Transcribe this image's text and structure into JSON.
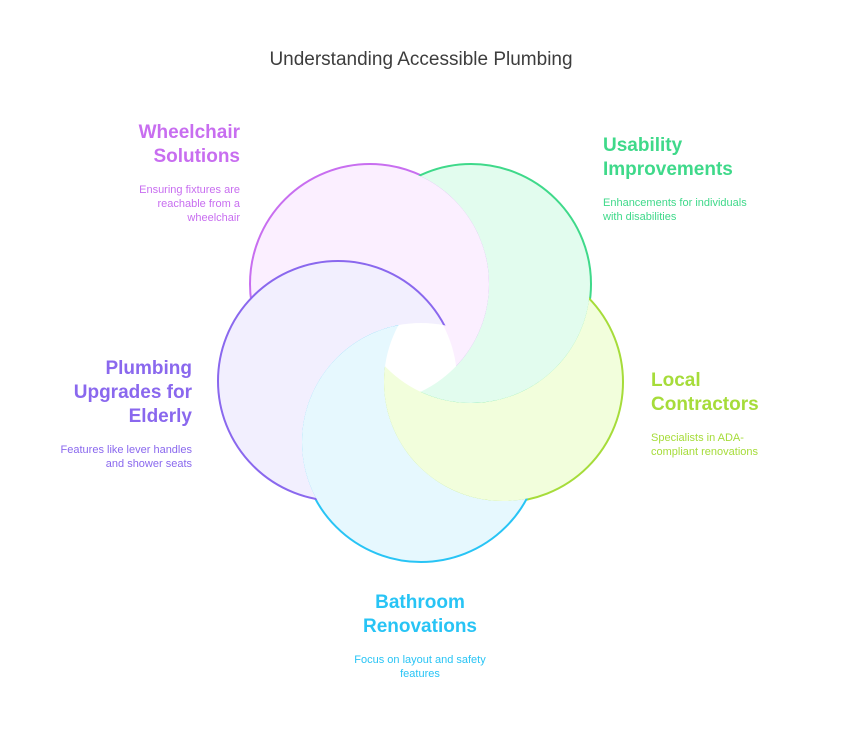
{
  "title": "Understanding Accessible Plumbing",
  "items": [
    {
      "id": "wheelchair",
      "title_lines": [
        "Wheelchair",
        "Solutions"
      ],
      "desc": "Ensuring fixtures are reachable from a wheelchair",
      "color": "#c86ef0",
      "fill": "#fbefff"
    },
    {
      "id": "usability",
      "title_lines": [
        "Usability",
        "Improvements"
      ],
      "desc": "Enhancements for individuals with disabilities",
      "color": "#3fd98a",
      "fill": "#e2fcee"
    },
    {
      "id": "local",
      "title_lines": [
        "Local",
        "Contractors"
      ],
      "desc": "Specialists in ADA-compliant renovations",
      "color": "#a6dc3a",
      "fill": "#f2fedc"
    },
    {
      "id": "bathroom",
      "title_lines": [
        "Bathroom",
        "Renovations"
      ],
      "desc": "Focus on layout and safety features",
      "color": "#28c4f5",
      "fill": "#e6f8fe"
    },
    {
      "id": "elderly",
      "title_lines": [
        "Plumbing",
        "Upgrades for",
        "Elderly"
      ],
      "desc": "Features like lever handles and shower seats",
      "color": "#8a68ee",
      "fill": "#f2effe"
    }
  ]
}
